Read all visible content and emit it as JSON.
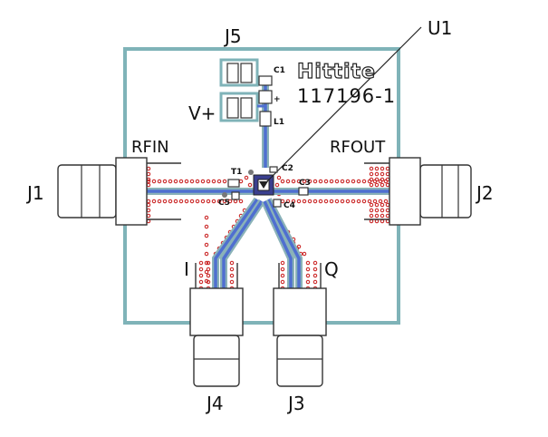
{
  "labels": {
    "j5": "J5",
    "u1": "U1",
    "vplus": "V+",
    "rfin": "RFIN",
    "rfout": "RFOUT",
    "j1": "J1",
    "j2": "J2",
    "i": "I",
    "q": "Q",
    "j4": "J4",
    "j3": "J3"
  },
  "components": {
    "c1": "C1",
    "l1": "L1",
    "t1": "T1",
    "c2": "C2",
    "c3": "C3",
    "c4": "C4",
    "c5": "C5",
    "plus": "+"
  },
  "logo": "Hittite",
  "part_number": "117196-1",
  "colors": {
    "board_outline": "#7fb3b8",
    "trace": "#4f6fd0",
    "via": "#cc2d2d"
  }
}
